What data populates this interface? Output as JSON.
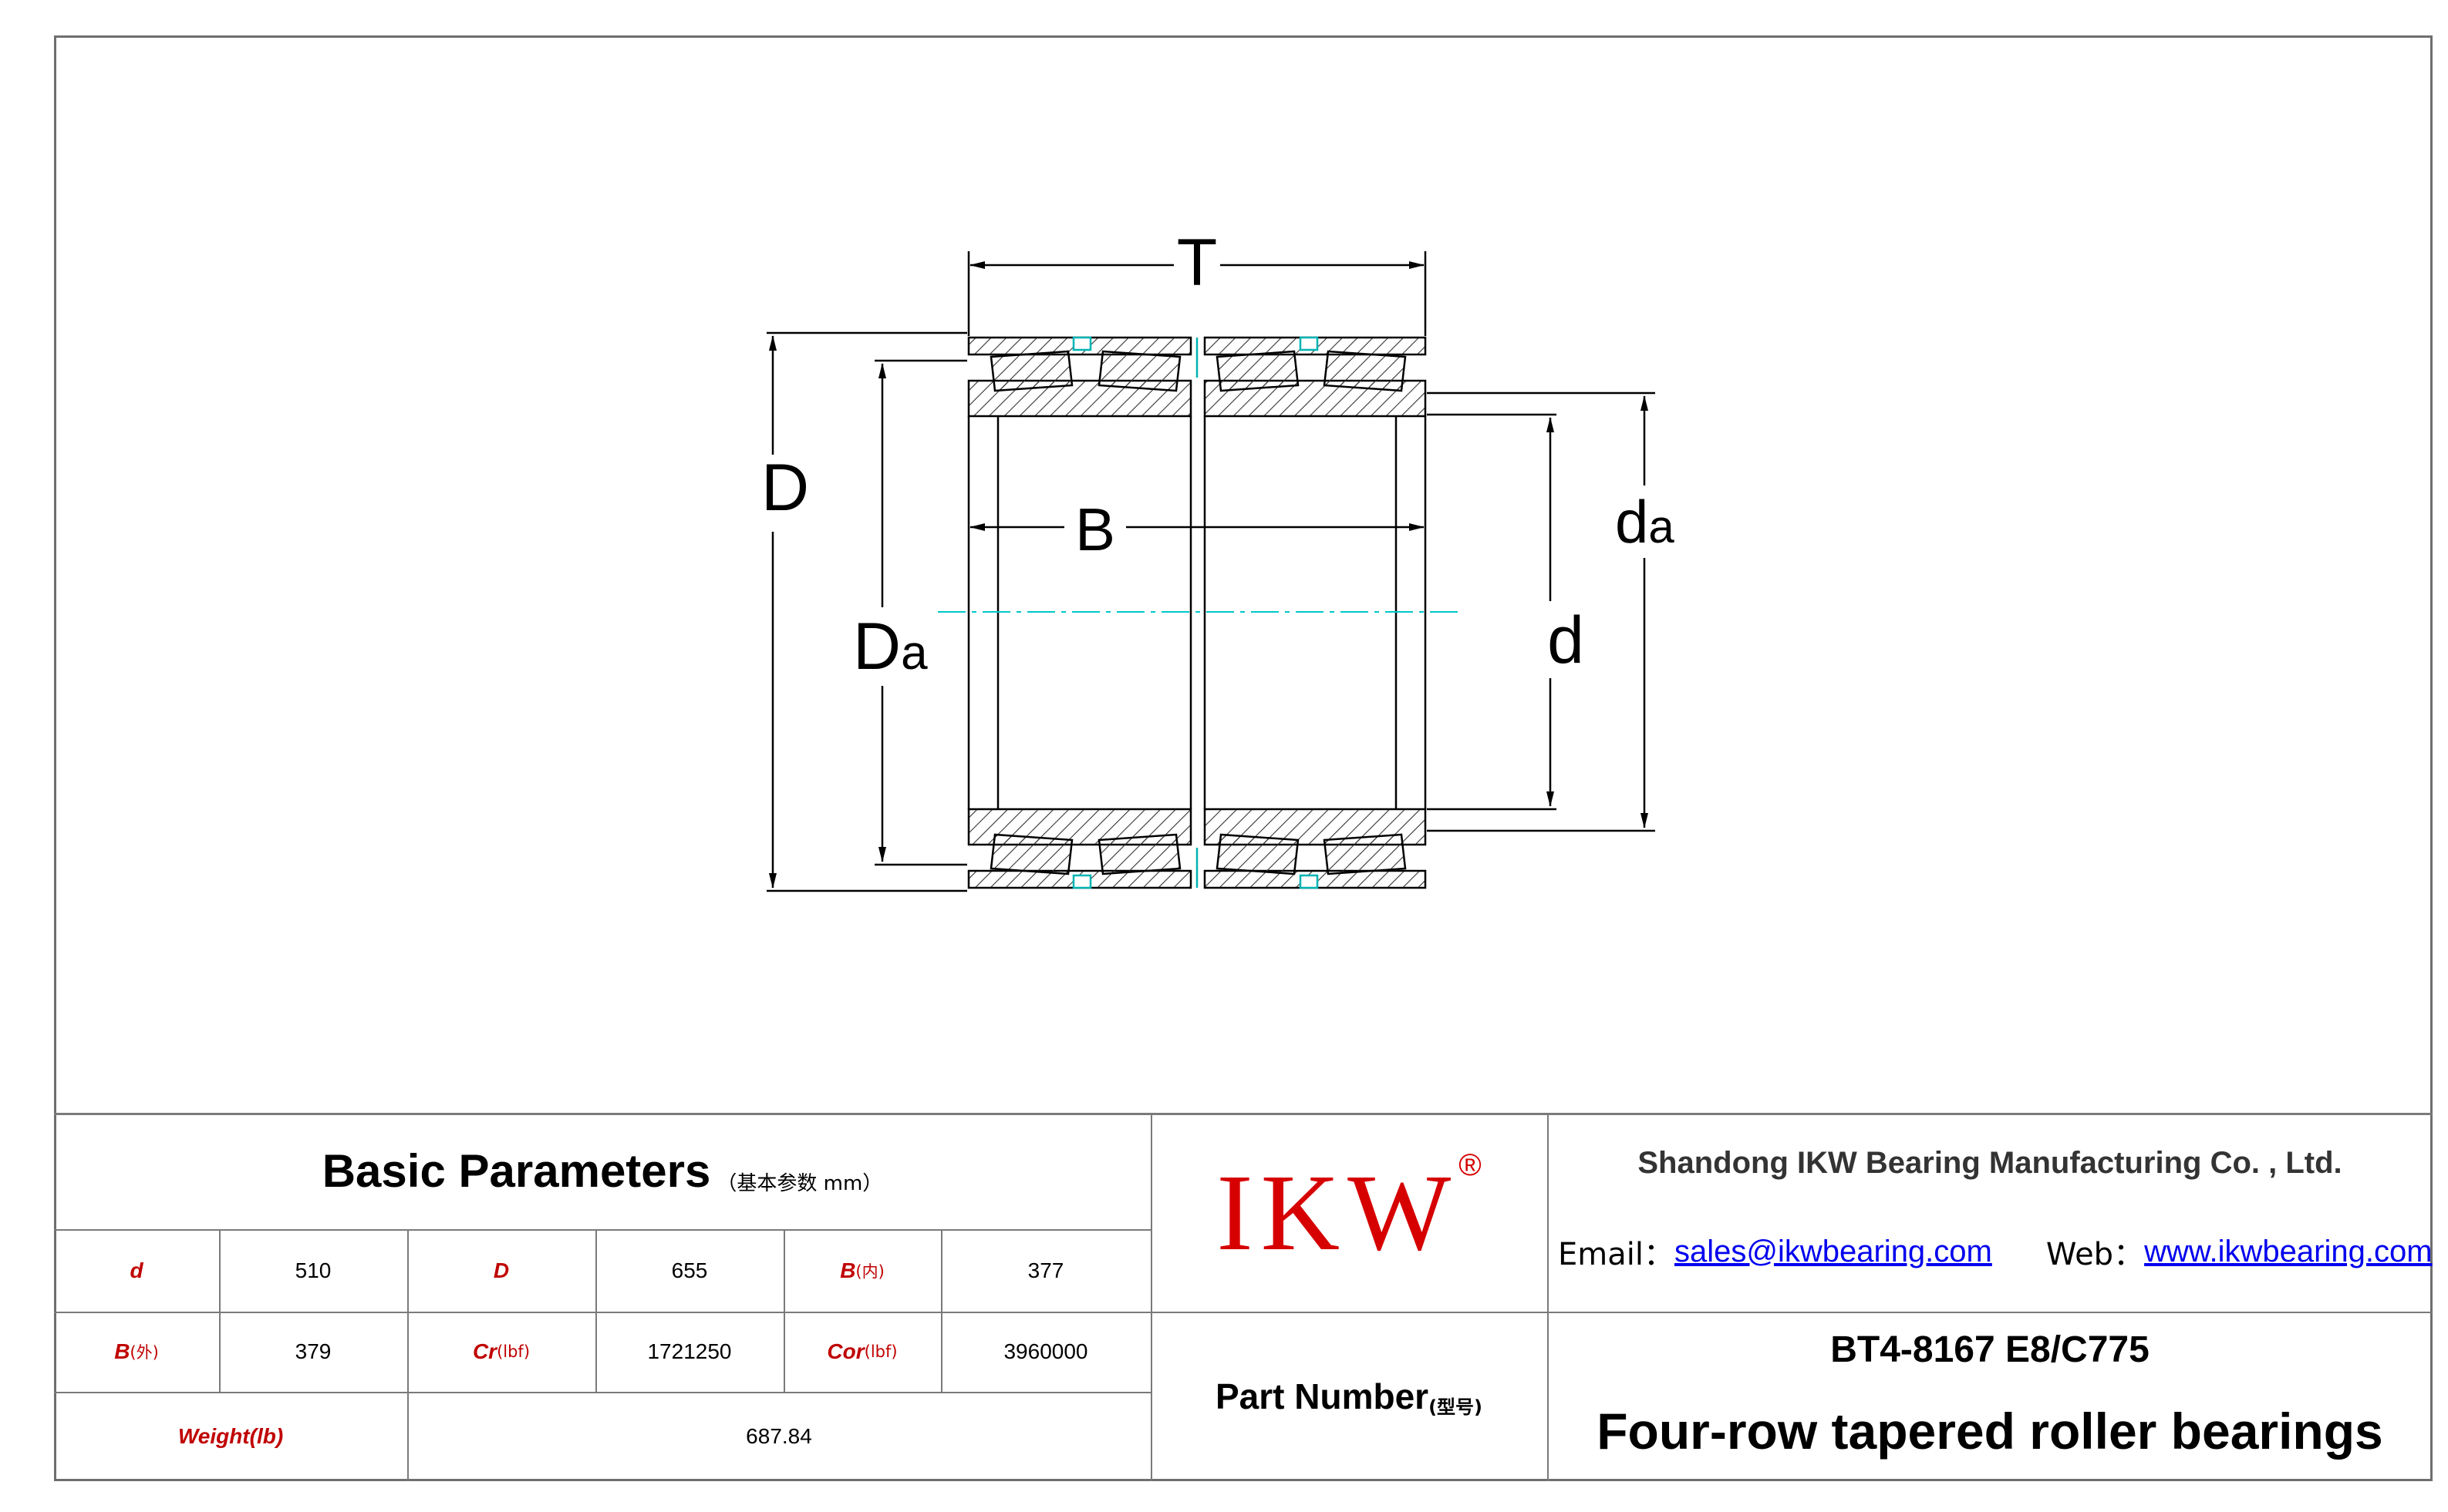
{
  "drawing": {
    "labels": {
      "T": "T",
      "D": "D",
      "B": "B",
      "Da_main": "D",
      "Da_sub": "a",
      "da_main": "d",
      "da_sub": "a",
      "d": "d"
    }
  },
  "params": {
    "title": "Basic Parameters",
    "subtitle": "（基本参数 mm）",
    "rows": [
      [
        {
          "sym": "d",
          "sub": ""
        },
        {
          "val": "510"
        },
        {
          "sym": "D",
          "sub": ""
        },
        {
          "val": "655"
        },
        {
          "sym": "B",
          "sub": "(内)"
        },
        {
          "val": "377"
        }
      ],
      [
        {
          "sym": "B",
          "sub": "(外)"
        },
        {
          "val": "379"
        },
        {
          "sym": "Cr",
          "sub": "(lbf)"
        },
        {
          "val": "1721250"
        },
        {
          "sym": "Cor",
          "sub": "(lbf)"
        },
        {
          "val": "3960000"
        }
      ]
    ],
    "weight_label": "Weight(lb)",
    "weight_value": "687.84"
  },
  "brand": {
    "logo": "IKW",
    "registered": "®",
    "part_number_label": "Part Number",
    "part_number_sub": "(型号)"
  },
  "company": {
    "name": "Shandong IKW Bearing Manufacturing Co. , Ltd.",
    "email_label": "Email：",
    "email": "sales@ikwbearing.com",
    "web_label": "Web：",
    "web": "www.ikwbearing.com"
  },
  "product": {
    "part_number": "BT4-8167 E8/C775",
    "description": "Four-row tapered roller bearings"
  },
  "colors": {
    "symbol_red": "#c00000",
    "logo_red": "#d60000",
    "link_blue": "#0000ee",
    "cyan": "#00c8c8"
  }
}
